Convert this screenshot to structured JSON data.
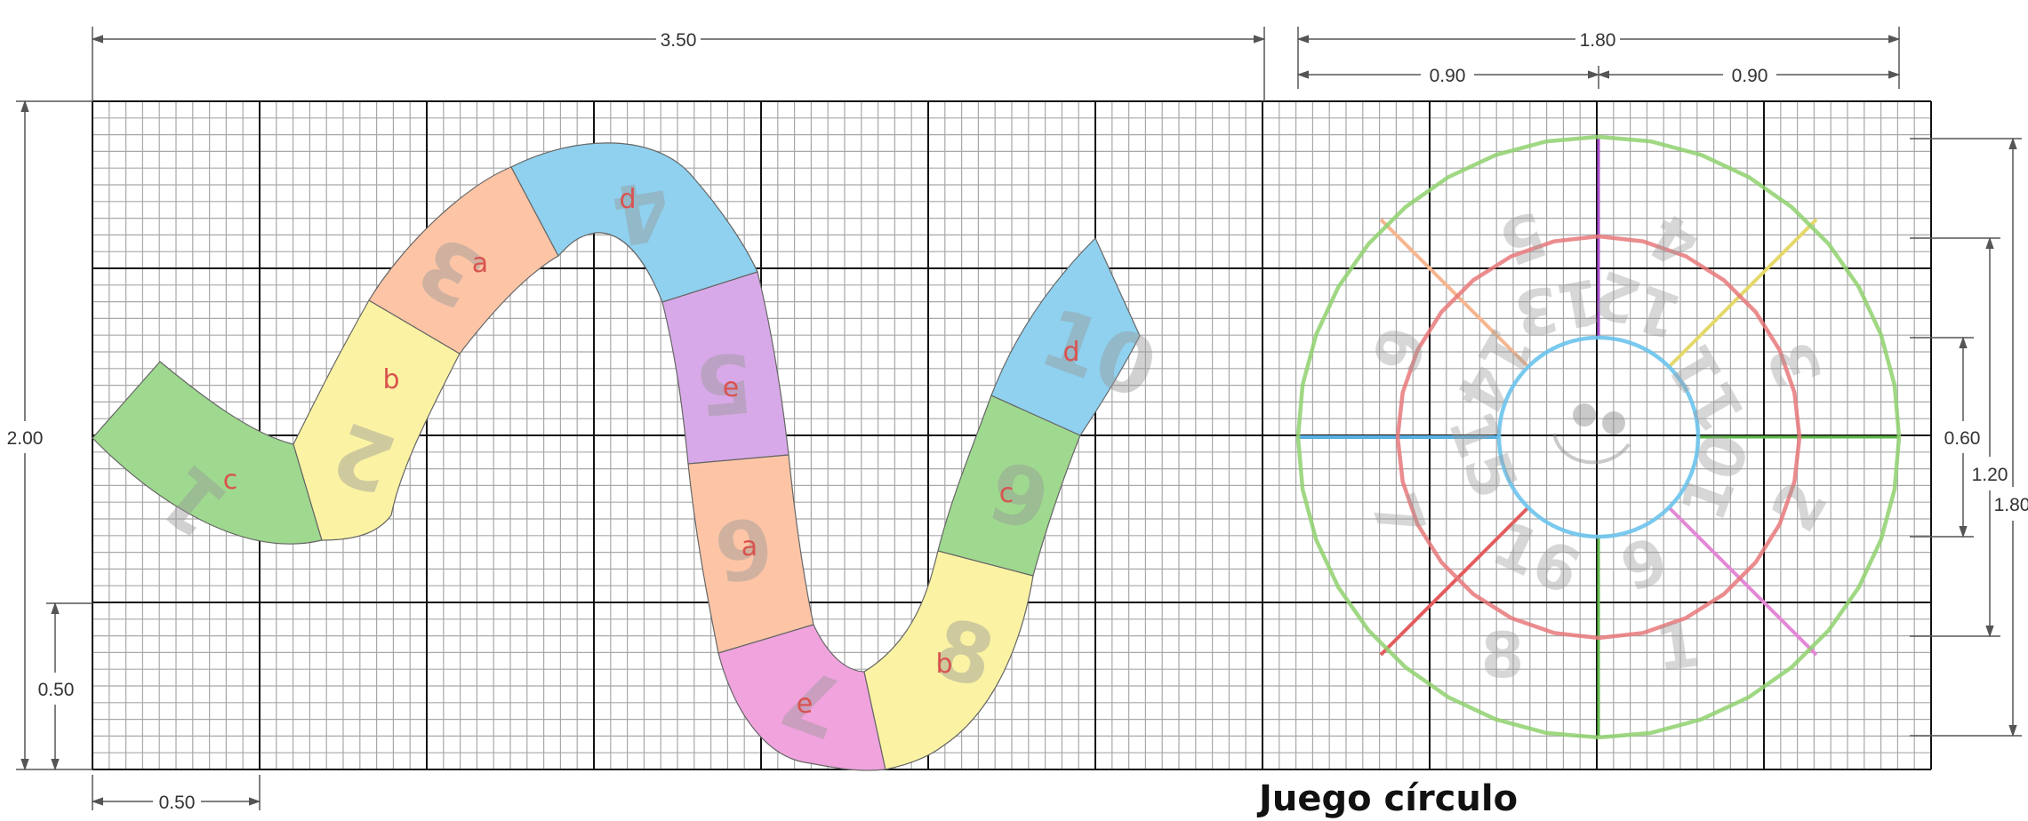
{
  "title": "Juego círculo",
  "dimensions": {
    "top_width": "3.50",
    "left_height": "2.00",
    "left_bottom_height": "0.50",
    "bottom_width": "0.50",
    "circle_total_width": "1.80",
    "circle_left_half": "0.90",
    "circle_right_half": "0.90",
    "right_inner": "0.60",
    "right_middle": "1.20",
    "right_outer": "1.80"
  },
  "path_segments": [
    {
      "number": "1",
      "letter": "c",
      "color": "#9fd98f"
    },
    {
      "number": "2",
      "letter": "b",
      "color": "#fbf3a3"
    },
    {
      "number": "3",
      "letter": "a",
      "color": "#fdc5a6"
    },
    {
      "number": "4",
      "letter": "d",
      "color": "#8fd1ef"
    },
    {
      "number": "5",
      "letter": "e",
      "color": "#d8a9e8"
    },
    {
      "number": "6",
      "letter": "a",
      "color": "#fdc5a6"
    },
    {
      "number": "7",
      "letter": "e",
      "color": "#f0a3dd"
    },
    {
      "number": "8",
      "letter": "b",
      "color": "#fbf3a3"
    },
    {
      "number": "9",
      "letter": "c",
      "color": "#9fd98f"
    },
    {
      "number": "10",
      "letter": "d",
      "color": "#8fd1ef"
    }
  ],
  "circle_numbers": [
    "1",
    "2",
    "3",
    "4",
    "5",
    "6",
    "7",
    "8",
    "9",
    "10",
    "11",
    "12",
    "13",
    "14",
    "15",
    "16"
  ],
  "colors": {
    "grid_minor": "#a8a8a8",
    "grid_major": "#111111",
    "ring_outer": "#8fd16f",
    "ring_middle": "#e8787a",
    "ring_inner": "#6cc3ec"
  }
}
